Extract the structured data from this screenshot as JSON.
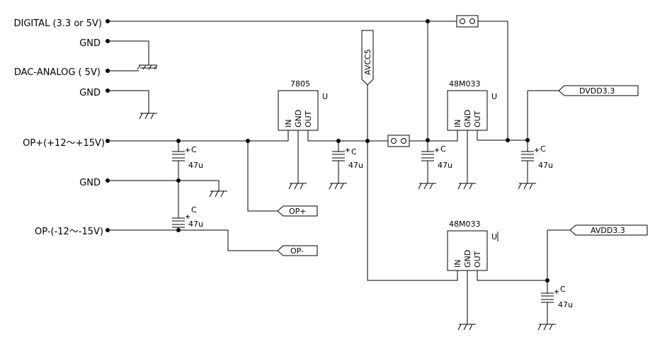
{
  "ports": {
    "digital": "DIGITAL (3.3 or 5V)",
    "gnd1": "GND",
    "dac": "DAC-ANALOG ( 5V)",
    "gnd2": "GND",
    "opp": "OP+(+12～+15V)",
    "gnd3": "GND",
    "opn": "OP-(-12～-15V)"
  },
  "regulators": {
    "r7805": {
      "part": "7805",
      "ref": "U",
      "pins": [
        "IN",
        "GND",
        "OUT"
      ]
    },
    "rDigital": {
      "part": "48M033",
      "ref": "U",
      "pins": [
        "IN",
        "GND",
        "OUT"
      ]
    },
    "rAnalog": {
      "part": "48M033",
      "ref": "U",
      "pins": [
        "IN",
        "GND",
        "OUT"
      ]
    }
  },
  "capacitor": {
    "ref": "C",
    "value": "47u"
  },
  "netLabels": {
    "avcc5": "AVCC5",
    "dvdd": "DVDD3.3",
    "avdd": "AVDD3.3",
    "opp": "OP+",
    "opn": "OP-"
  }
}
